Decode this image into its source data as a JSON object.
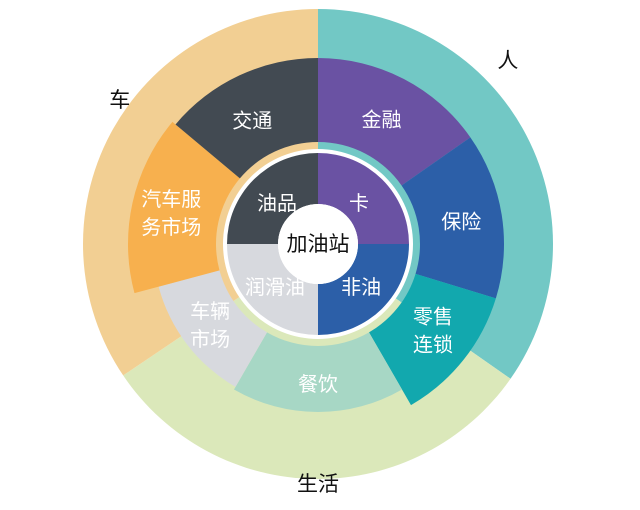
{
  "center": {
    "label": "加油站",
    "color": "#ffffff"
  },
  "inner_ring": [
    {
      "label": "卡",
      "color": "#6a52a3"
    },
    {
      "label": "非油",
      "color": "#2c5fa8"
    },
    {
      "label": "润滑油",
      "color": "#d7d9de"
    },
    {
      "label": "油品",
      "color": "#424a52"
    }
  ],
  "middle_ring": [
    {
      "label": "金融",
      "color": "#6a52a3",
      "text_color": "#ffffff"
    },
    {
      "label": "保险",
      "color": "#2c5fa8",
      "text_color": "#ffffff"
    },
    {
      "label": "零售\n连锁",
      "color": "#12a8ae",
      "text_color": "#ffffff"
    },
    {
      "label": "餐饮",
      "color": "#a7d7c5",
      "text_color": "#ffffff"
    },
    {
      "label": "车辆\n市场",
      "color": "#d7d9de",
      "text_color": "#ffffff"
    },
    {
      "label": "汽车服\n务市场",
      "color": "#f7b04e",
      "text_color": "#ffffff"
    },
    {
      "label": "交通",
      "color": "#424a52",
      "text_color": "#ffffff"
    }
  ],
  "outer_ring": [
    {
      "label": "人",
      "color": "#72c8c5"
    },
    {
      "label": "生活",
      "color": "#dbe8ba"
    },
    {
      "label": "车",
      "color": "#f2cf93"
    }
  ]
}
